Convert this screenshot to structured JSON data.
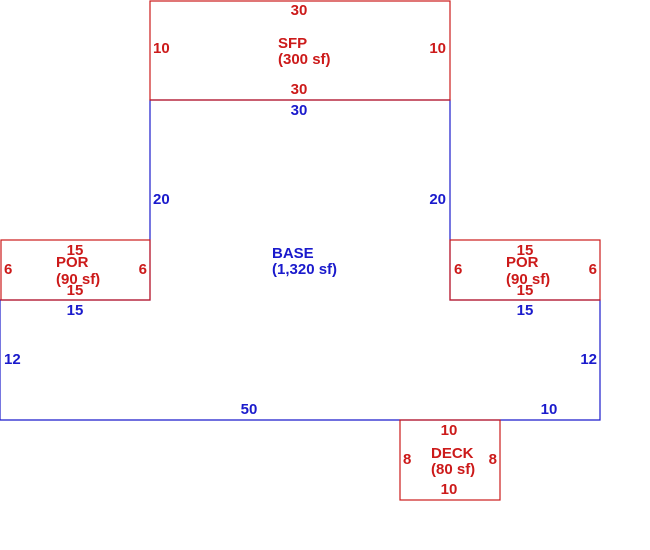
{
  "colors": {
    "base": "#1a1acc",
    "addition": "#cc1a1a",
    "background": "#ffffff"
  },
  "base": {
    "name": "BASE",
    "area": "(1,320 sf)",
    "dims": {
      "top": "30",
      "left_upper": "20",
      "right_upper": "20",
      "left_step": "15",
      "right_step": "15",
      "left_side": "12",
      "right_side": "12",
      "bottom_main": "50",
      "bottom_right": "10"
    }
  },
  "sfp": {
    "name": "SFP",
    "area": "(300 sf)",
    "dims": {
      "top": "30",
      "left": "10",
      "right": "10",
      "bottom": "30"
    }
  },
  "por_left": {
    "name": "POR",
    "area": "(90 sf)",
    "dims": {
      "top": "15",
      "left": "6",
      "right": "6",
      "bottom": "15"
    }
  },
  "por_right": {
    "name": "POR",
    "area": "(90 sf)",
    "dims": {
      "top": "15",
      "left": "6",
      "right": "6",
      "bottom": "15"
    }
  },
  "deck": {
    "name": "DECK",
    "area": "(80 sf)",
    "dims": {
      "top": "10",
      "left": "8",
      "right": "8",
      "bottom": "10"
    }
  }
}
